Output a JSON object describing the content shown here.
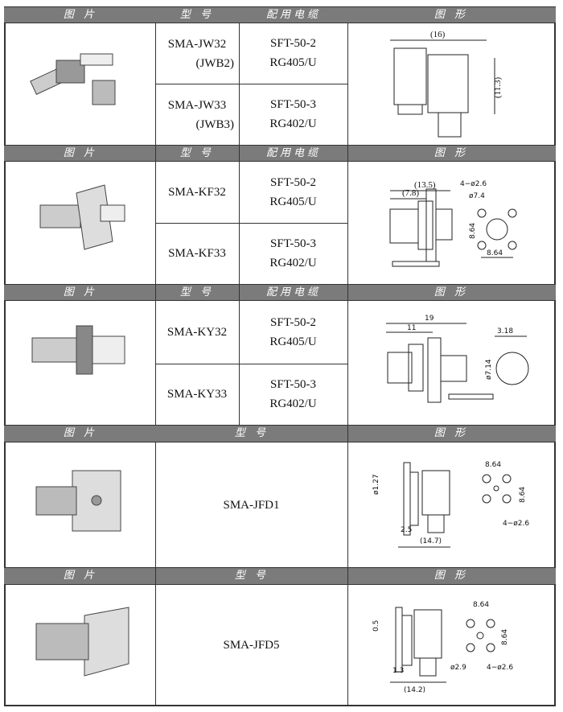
{
  "headers": {
    "photo": "图 片",
    "model": "型 号",
    "cable": "配用电缆",
    "drawing": "图 形"
  },
  "sections": [
    {
      "rows": [
        {
          "model": "SMA-JW32",
          "model_sub": "(JWB2)",
          "cable": [
            "SFT-50-2",
            "RG405/U"
          ]
        },
        {
          "model": "SMA-JW33",
          "model_sub": "(JWB3)",
          "cable": [
            "SFT-50-3",
            "RG402/U"
          ]
        }
      ],
      "dims": [
        "(16)",
        "(11.3)"
      ]
    },
    {
      "rows": [
        {
          "model": "SMA-KF32",
          "cable": [
            "SFT-50-2",
            "RG405/U"
          ]
        },
        {
          "model": "SMA-KF33",
          "cable": [
            "SFT-50-3",
            "RG402/U"
          ]
        }
      ],
      "dims": [
        "(13.5)",
        "(7.8)",
        "4−ø2.6",
        "ø7.4",
        "8.64",
        "8.64"
      ]
    },
    {
      "rows": [
        {
          "model": "SMA-KY32",
          "cable": [
            "SFT-50-2",
            "RG405/U"
          ]
        },
        {
          "model": "SMA-KY33",
          "cable": [
            "SFT-50-3",
            "RG402/U"
          ]
        }
      ],
      "dims": [
        "19",
        "11",
        "3.18",
        "ø7.14"
      ]
    },
    {
      "model": "SMA-JFD1",
      "dims": [
        "ø1.27",
        "8.64",
        "8.64",
        "4−ø2.6",
        "2.5",
        "(14.7)"
      ]
    },
    {
      "model": "SMA-JFD5",
      "dims": [
        "0.5",
        "8.64",
        "8.64",
        "1.3",
        "ø2.9",
        "4−ø2.6",
        "(14.2)"
      ]
    }
  ]
}
